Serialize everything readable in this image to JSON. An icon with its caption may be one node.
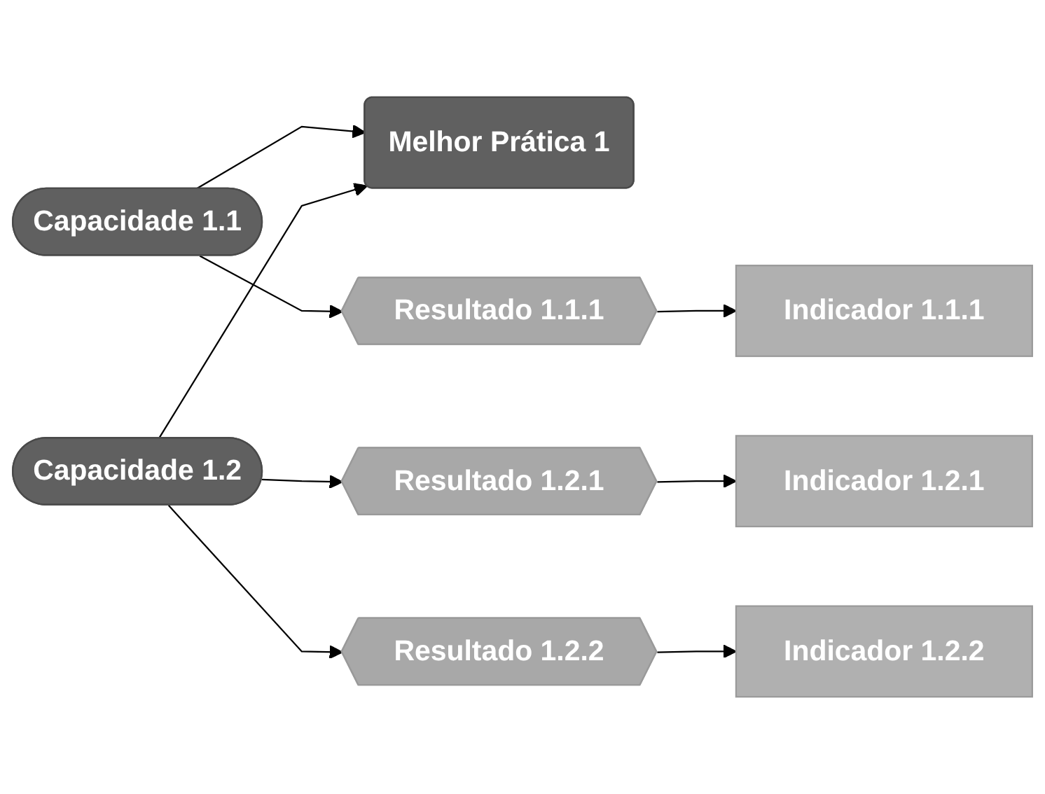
{
  "diagram": {
    "nodes": [
      {
        "text": [
          "Melhor Prática 1"
        ]
      },
      {
        "text": [
          "Capacidade 1.1"
        ]
      },
      {
        "text": [
          "Resultado 1.1.1"
        ]
      },
      {
        "text": [
          "Indicador 1.1.1"
        ]
      },
      {
        "text": [
          "Capacidade 1.2"
        ]
      },
      {
        "text": [
          "Resultado 1.2.1"
        ]
      },
      {
        "text": [
          "Indicador 1.2.1"
        ]
      },
      {
        "text": [
          "Resultado 1.2.2"
        ]
      },
      {
        "text": [
          "Indicador 1.2.2"
        ]
      }
    ],
    "edges": [
      {
        "from": 1,
        "to": 0,
        "arrow": "to"
      },
      {
        "from": 4,
        "to": 0,
        "arrow": "to"
      },
      {
        "from": 1,
        "to": 2,
        "arrow": "to"
      },
      {
        "from": 2,
        "to": 3,
        "arrow": "to"
      },
      {
        "from": 4,
        "to": 5,
        "arrow": "to"
      },
      {
        "from": 5,
        "to": 6,
        "arrow": "to"
      },
      {
        "from": 4,
        "to": 7,
        "arrow": "to"
      },
      {
        "from": 7,
        "to": 8,
        "arrow": "to"
      }
    ]
  }
}
